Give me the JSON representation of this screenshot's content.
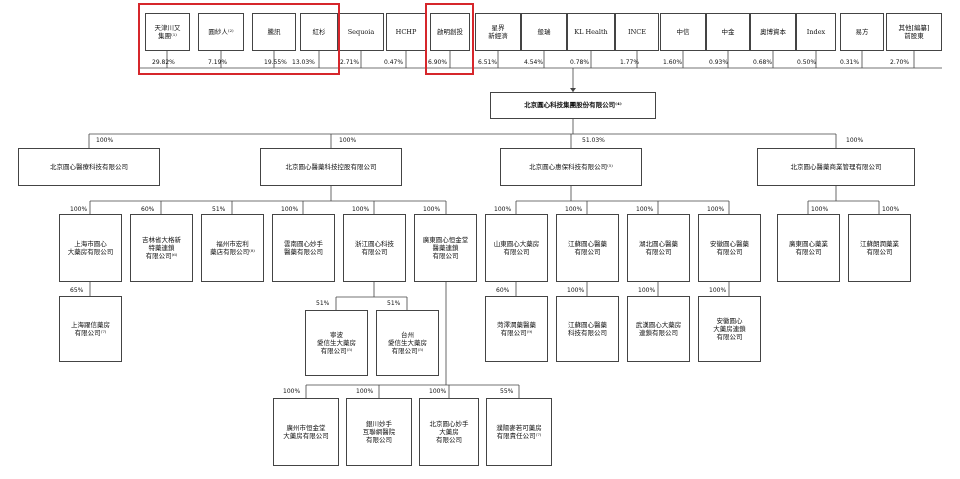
{
  "shareholders": [
    {
      "id": "s0",
      "name": "天津川又\n集團⁽¹⁾",
      "pct": "29.82%"
    },
    {
      "id": "s1",
      "name": "圓紗人⁽²⁾",
      "pct": "7.19%"
    },
    {
      "id": "s2",
      "name": "騰訊",
      "pct": "19.55%"
    },
    {
      "id": "s3",
      "name": "紅杉",
      "pct": "13.03%"
    },
    {
      "id": "s4",
      "name": "Sequoia",
      "pct": "2.71%"
    },
    {
      "id": "s5",
      "name": "HCHP",
      "pct": "0.47%"
    },
    {
      "id": "s6",
      "name": "啟明創投",
      "pct": "6.90%"
    },
    {
      "id": "s7",
      "name": "星界\n新經濟",
      "pct": "6.51%"
    },
    {
      "id": "s8",
      "name": "般瑞",
      "pct": "4.54%"
    },
    {
      "id": "s9",
      "name": "KL Health",
      "pct": "0.78%"
    },
    {
      "id": "s10",
      "name": "INCE",
      "pct": "1.77%"
    },
    {
      "id": "s11",
      "name": "中信",
      "pct": "1.60%"
    },
    {
      "id": "s12",
      "name": "中金",
      "pct": "0.93%"
    },
    {
      "id": "s13",
      "name": "奧博資本",
      "pct": "0.68%"
    },
    {
      "id": "s14",
      "name": "Index",
      "pct": "0.50%"
    },
    {
      "id": "s15",
      "name": "易方",
      "pct": "0.31%"
    },
    {
      "id": "s16",
      "name": "其他[編纂]\n前股東",
      "pct": "2.70%"
    }
  ],
  "company": {
    "name": "北京圓心科技集團股份有限公司⁽⁴⁾"
  },
  "level1": [
    {
      "id": "l1a",
      "name": "北京圓心醫療科技有限公司",
      "pct": "100%"
    },
    {
      "id": "l1b",
      "name": "北京圓心醫藥科技控股有限公司",
      "pct": "100%"
    },
    {
      "id": "l1c",
      "name": "北京圓心惠保科技有限公司⁽⁵⁾",
      "pct": "51.03%"
    },
    {
      "id": "l1d",
      "name": "北京圓心醫藥商業管理有限公司",
      "pct": "100%"
    }
  ],
  "level2": [
    {
      "id": "l2a",
      "name": "上海市圓心\n大藥房有限公司",
      "pct": "100%"
    },
    {
      "id": "l2b",
      "name": "吉林省大格新\n特藥連鎖\n有限公司⁽⁶⁾",
      "pct": "60%"
    },
    {
      "id": "l2c",
      "name": "福州市宏利\n藥店有限公司⁽⁸⁾",
      "pct": "51%"
    },
    {
      "id": "l2d",
      "name": "雲南圓心妙手\n醫藥有限公司",
      "pct": "100%"
    },
    {
      "id": "l2e",
      "name": "浙江圓心科技\n有限公司",
      "pct": "100%"
    },
    {
      "id": "l2f",
      "name": "廣東圓心恒金堂\n醫藥連鎖\n有限公司",
      "pct": "100%"
    },
    {
      "id": "l2g",
      "name": "山東圓心大藥房\n有限公司",
      "pct": "100%"
    },
    {
      "id": "l2h",
      "name": "江蘇圓心醫藥\n有限公司",
      "pct": "100%"
    },
    {
      "id": "l2i",
      "name": "湖北圓心醫藥\n有限公司",
      "pct": "100%"
    },
    {
      "id": "l2j",
      "name": "安徽圓心醫藥\n有限公司",
      "pct": "100%"
    },
    {
      "id": "l2k",
      "name": "廣東圓心藥業\n有限公司",
      "pct": "100%"
    },
    {
      "id": "l2l",
      "name": "江蘇朗潤藥業\n有限公司",
      "pct": "100%"
    }
  ],
  "level3": [
    {
      "id": "l3a",
      "name": "上海躍信藥房\n有限公司⁽⁷⁾",
      "pct": "65%"
    },
    {
      "id": "l3b",
      "name": "菏澤潤藥醫藥\n有限公司⁽⁹⁾",
      "pct": "60%"
    },
    {
      "id": "l3c",
      "name": "江蘇圓心醫藥\n科技有限公司",
      "pct": "100%"
    },
    {
      "id": "l3d",
      "name": "武漢圓心大藥房\n連鎖有限公司",
      "pct": "100%"
    },
    {
      "id": "l3e",
      "name": "安徽圓心\n大藥房連鎖\n有限公司",
      "pct": "100%"
    },
    {
      "id": "l3f",
      "name": "寧波\n愛信生大藥房\n有限公司⁽⁵⁾",
      "pct": "51%"
    },
    {
      "id": "l3g",
      "name": "台州\n愛信生大藥房\n有限公司⁽⁵⁾",
      "pct": "51%"
    }
  ],
  "level4": [
    {
      "id": "l4a",
      "name": "廣州市恒金堂\n大藥房有限公司",
      "pct": "100%"
    },
    {
      "id": "l4b",
      "name": "銀川妙手\n互聯網醫院\n有限公司",
      "pct": "100%"
    },
    {
      "id": "l4c",
      "name": "北京圓心妙手\n大藥房\n有限公司",
      "pct": "100%"
    },
    {
      "id": "l4d",
      "name": "濮陽麥若可藥房\n有限責任公司⁽⁷⁾",
      "pct": "55%"
    }
  ],
  "colors": {
    "highlight": "#d6262b",
    "line": "#444444"
  }
}
